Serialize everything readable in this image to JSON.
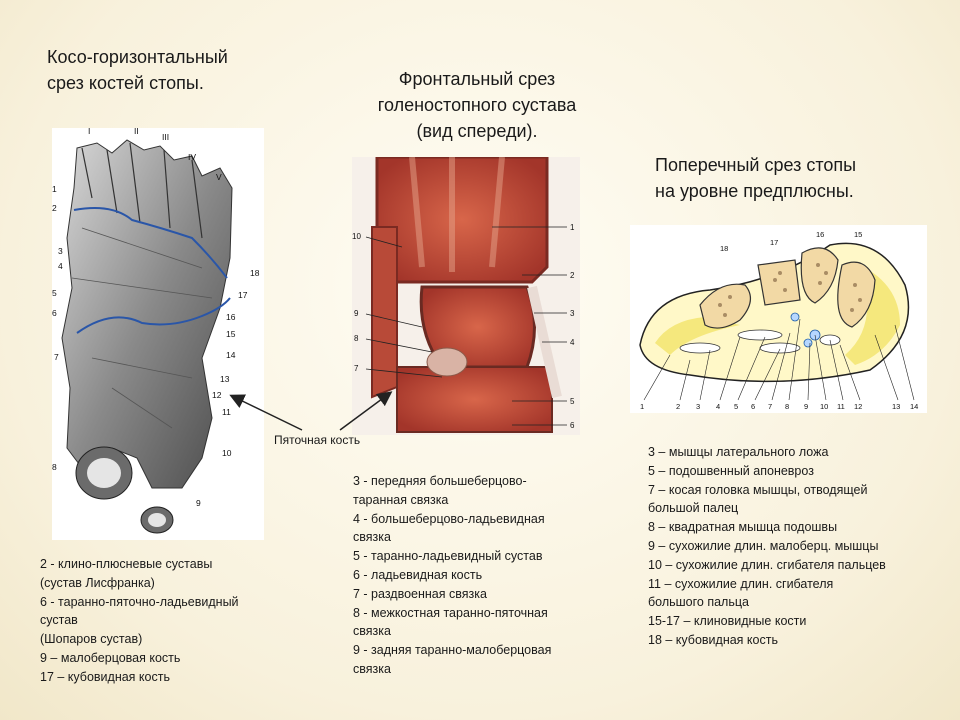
{
  "titles": {
    "left": [
      "Косо-горизонтальный",
      "срез костей стопы."
    ],
    "middle": [
      "Фронтальный срез",
      "голеностопного сустава",
      "(вид спереди)."
    ],
    "right": [
      "Поперечный срез стопы",
      "на уровне предплюсны."
    ]
  },
  "pointer_label": "Пяточная кость",
  "foot_figure": {
    "roman_numerals": [
      "I",
      "II",
      "III",
      "IV",
      "V"
    ],
    "left_numbers": [
      "1",
      "2",
      "3",
      "4",
      "5",
      "6",
      "7",
      "8"
    ],
    "right_numbers": [
      "18",
      "17",
      "16",
      "15",
      "14",
      "13",
      "12",
      "11",
      "10",
      "9"
    ]
  },
  "ankle_figure": {
    "left_numbers": [
      "10",
      "9",
      "8",
      "7"
    ],
    "right_numbers": [
      "1",
      "2",
      "3",
      "4",
      "5",
      "6"
    ]
  },
  "cross_figure": {
    "top_numbers": [
      "18",
      "17",
      "16",
      "15"
    ],
    "bottom_numbers": [
      "1",
      "2",
      "3",
      "4",
      "5",
      "6",
      "7",
      "8",
      "9",
      "10",
      "11",
      "12",
      "13",
      "14"
    ]
  },
  "legend_left": [
    "2 - клино-плюсневые суставы",
    "(сустав Лисфранка)",
    "6 - таранно-пяточно-ладьевидный",
    "сустав",
    "(Шопаров сустав)",
    "9 – малоберцовая кость",
    "17 – кубовидная кость"
  ],
  "legend_middle": [
    "3 - передняя большеберцово-",
    "таранная связка",
    "4 - большеберцово-ладьевидная",
    "связка",
    "5 - таранно-ладьевидный сустав",
    "6 - ладьевидная кость",
    "7 - раздвоенная связка",
    "8 - межкостная таранно-пяточная",
    "связка",
    "9 - задняя таранно-малоберцовая",
    "связка"
  ],
  "legend_right": [
    "3 – мышцы латерального ложа",
    "5 – подошвенный апоневроз",
    "7 – косая головка мышцы, отводящей",
    "большой палец",
    "8 – квадратная мышца подошвы",
    "9 – сухожилие длин. малоберц. мышцы",
    "10 – сухожилие длин. сгибателя пальцев",
    "11 – сухожилие длин. сгибателя",
    "большого пальца",
    "15-17 – клиновидные кости",
    "18 – кубовидная кость"
  ]
}
